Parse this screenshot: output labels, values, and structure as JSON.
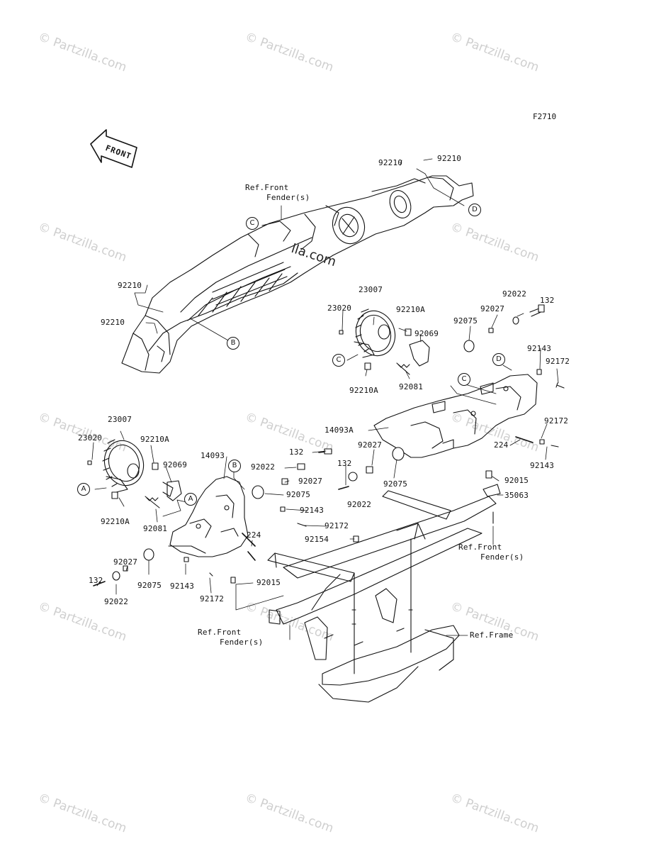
{
  "diagram_code": "F2710",
  "front_arrow_label": "FRONT",
  "watermark_text": "Partzilla.com",
  "watermark_symbol": "©",
  "inline_watermark": "lla.com",
  "part_labels": {
    "p92210_a": "92210",
    "p92210_b": "92210",
    "p92210_c": "92210",
    "p92210_d": "92210",
    "ref_fender_top_1": "Ref.Front",
    "ref_fender_top_2": "Fender(s)",
    "p23007_r": "23007",
    "p23020_r": "23020",
    "p92210A_r1": "92210A",
    "p92069_r": "92069",
    "p92210A_r2": "92210A",
    "p92081_r": "92081",
    "p92022_r": "92022",
    "p132_r": "132",
    "p92027_r": "92027",
    "p92075_r": "92075",
    "p92143_r1": "92143",
    "p92172_r1": "92172",
    "p14093A": "14093A",
    "p92172_r2": "92172",
    "p92143_r2": "92143",
    "p224_r": "224",
    "p92027_m": "92027",
    "p132_m": "132",
    "p92075_m": "92075",
    "p92022_m": "92022",
    "p92015_r": "92015",
    "p35063": "35063",
    "ref_fender_r_1": "Ref.Front",
    "ref_fender_r_2": "Fender(s)",
    "p23007_l": "23007",
    "p23020_l": "23020",
    "p92210A_l1": "92210A",
    "p92069_l": "92069",
    "p92210A_l2": "92210A",
    "p92081_l": "92081",
    "p14093": "14093",
    "p132_l1": "132",
    "p92022_l1": "92022",
    "p92027_l1": "92027",
    "p92075_l1": "92075",
    "p92143_l1": "92143",
    "p92172_l1": "92172",
    "p224_l": "224",
    "p92154": "92154",
    "p92027_l2": "92027",
    "p132_l2": "132",
    "p92075_l2": "92075",
    "p92022_l2": "92022",
    "p92143_l2": "92143",
    "p92172_l2": "92172",
    "p92015_l": "92015",
    "ref_fender_b_1": "Ref.Front",
    "ref_fender_b_2": "Fender(s)",
    "ref_frame": "Ref.Frame"
  },
  "callouts": {
    "a1": "A",
    "a2": "A",
    "b1": "B",
    "b2": "B",
    "c1": "C",
    "c2": "C",
    "c3": "C",
    "d1": "D",
    "d2": "D"
  },
  "colors": {
    "line": "#111111",
    "watermark": "#cfcfcf",
    "background": "#ffffff"
  }
}
